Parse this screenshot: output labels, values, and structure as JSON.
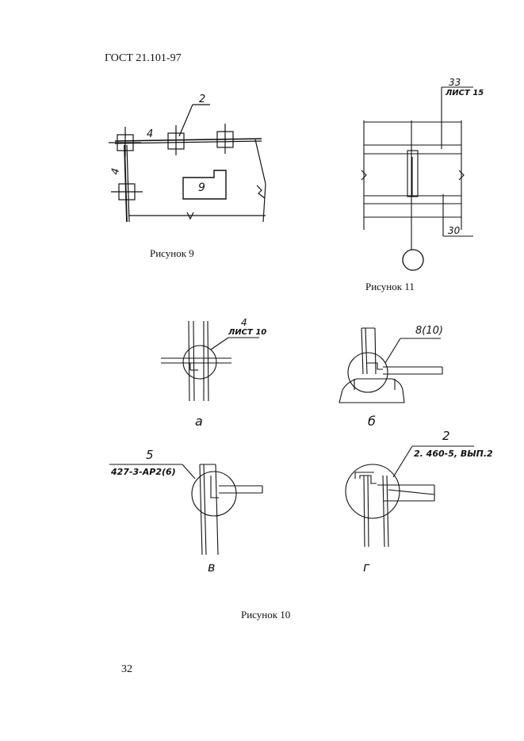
{
  "header": {
    "doc_code": "ГОСТ 21.101-97"
  },
  "fig9": {
    "caption": "Рисунок  9",
    "label_top": "2",
    "label_horizontal": "4",
    "label_vertical": "4",
    "room_label": "9"
  },
  "fig11": {
    "caption": "Рисунок  11",
    "top_number": "33",
    "top_sheet": "ЛИСТ 15",
    "bottom_number": "30"
  },
  "fig10": {
    "caption": "Рисунок  10",
    "a": {
      "letter": "а",
      "number": "4",
      "sheet": "ЛИСТ 10"
    },
    "b": {
      "letter": "б",
      "ref": "8(10)"
    },
    "v": {
      "letter": "в",
      "number": "5",
      "doc": "427-3-АР2(6)"
    },
    "g": {
      "letter": "г",
      "number": "2",
      "doc": "2. 460-5, ВЫП.2"
    }
  },
  "footer": {
    "page_number": "32"
  }
}
